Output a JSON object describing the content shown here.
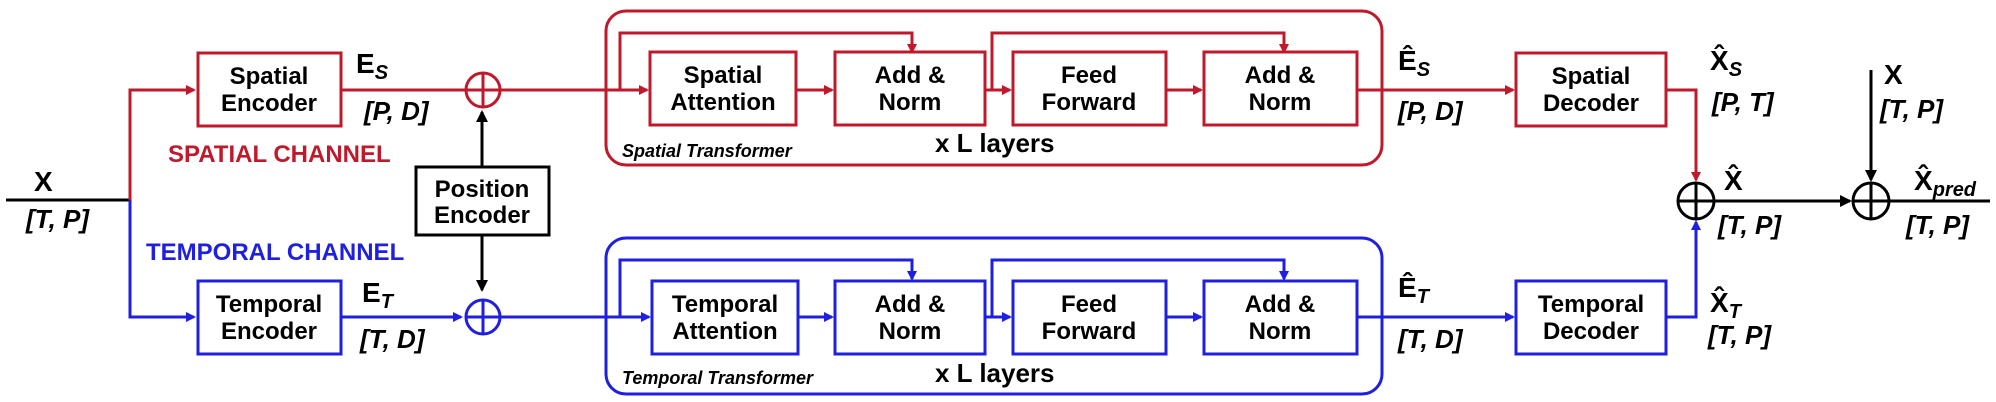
{
  "colors": {
    "spatial": "#c0192b",
    "temporal": "#1f1fe0",
    "neutral": "#000000"
  },
  "input": {
    "symbol": "X",
    "dims": "[T, P]"
  },
  "spatial": {
    "channel_label": "SPATIAL CHANNEL",
    "encoder": [
      "Spatial",
      "Encoder"
    ],
    "enc_out": {
      "symbol": "E",
      "sub": "S",
      "dims": "[P, D]"
    },
    "transformer": {
      "label": "Spatial Transformer",
      "layers": "x L layers",
      "attention": [
        "Spatial",
        "Attention"
      ],
      "addnorm1": [
        "Add &",
        "Norm"
      ],
      "ff": [
        "Feed",
        "Forward"
      ],
      "addnorm2": [
        "Add &",
        "Norm"
      ]
    },
    "tf_out": {
      "symbol": "Ê",
      "sub": "S",
      "dims": "[P, D]"
    },
    "decoder": [
      "Spatial",
      "Decoder"
    ],
    "dec_out": {
      "symbol": "X̂",
      "sub": "S",
      "dims": "[P, T]"
    }
  },
  "temporal": {
    "channel_label": "TEMPORAL CHANNEL",
    "encoder": [
      "Temporal",
      "Encoder"
    ],
    "enc_out": {
      "symbol": "E",
      "sub": "T",
      "dims": "[T, D]"
    },
    "transformer": {
      "label": "Temporal Transformer",
      "layers": "x L layers",
      "attention": [
        "Temporal",
        "Attention"
      ],
      "addnorm1": [
        "Add &",
        "Norm"
      ],
      "ff": [
        "Feed",
        "Forward"
      ],
      "addnorm2": [
        "Add &",
        "Norm"
      ]
    },
    "tf_out": {
      "symbol": "Ê",
      "sub": "T",
      "dims": "[T, D]"
    },
    "decoder": [
      "Temporal",
      "Decoder"
    ],
    "dec_out": {
      "symbol": "X̂",
      "sub": "T",
      "dims": "[T, P]"
    }
  },
  "position_encoder": [
    "Position",
    "Encoder"
  ],
  "sum": {
    "symbol": "X̂",
    "dims": "[T, P]"
  },
  "residual_input": {
    "symbol": "X",
    "dims": "[T, P]"
  },
  "output": {
    "symbol": "X̂",
    "sub": "pred",
    "dims": "[T, P]"
  }
}
